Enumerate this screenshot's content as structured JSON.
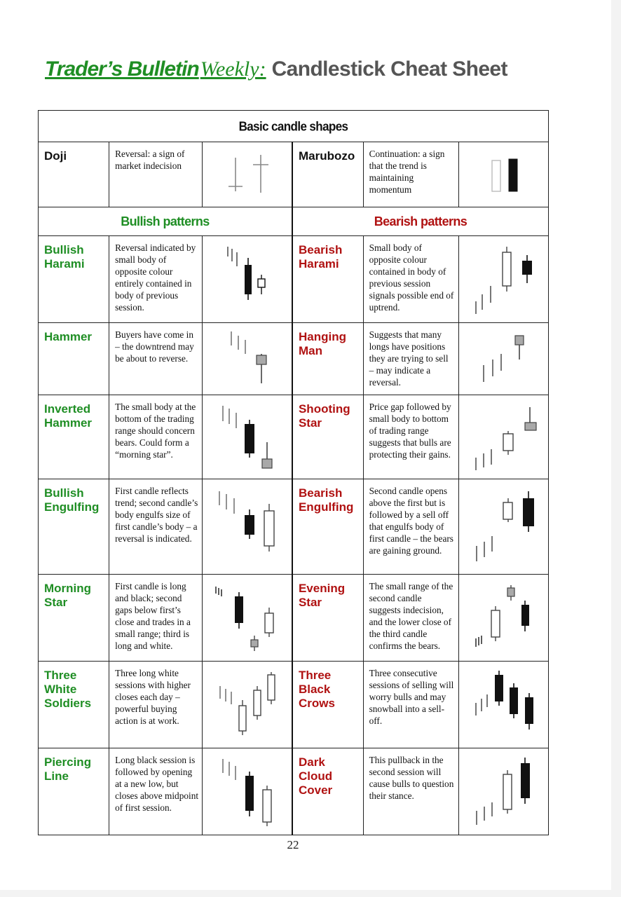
{
  "title": {
    "brand": "Trader’s Bulletin",
    "weekly": "Weekly:",
    "subject": "Candlestick Cheat Sheet"
  },
  "basic": {
    "header": "Basic candle shapes",
    "left": {
      "name": "Doji",
      "desc": "Reversal: a sign of market indecision"
    },
    "right": {
      "name": "Marubozo",
      "desc": "Continuation: a sign that the trend is maintaining momentum"
    }
  },
  "sections": {
    "bullish": "Bullish patterns",
    "bearish": "Bearish patterns"
  },
  "rows": [
    {
      "bull": {
        "name": "Bullish Harami",
        "desc": "Reversal indicated by small body of opposite colour entirely contained in body of previous session."
      },
      "bear": {
        "name": "Bearish Harami",
        "desc": "Small body of opposite colour contained in body of previous session signals possible end of uptrend."
      }
    },
    {
      "bull": {
        "name": "Hammer",
        "desc": "Buyers have come in – the downtrend may be about to reverse."
      },
      "bear": {
        "name": "Hanging Man",
        "desc": "Suggests that many longs have positions they are trying to sell – may indicate a reversal."
      }
    },
    {
      "bull": {
        "name": "Inverted Hammer",
        "desc": "The small body at the bottom of the trading range should concern bears. Could form a “morning star”."
      },
      "bear": {
        "name": "Shooting Star",
        "desc": "Price gap followed by small body to bottom of trading range suggests that bulls are protecting their gains."
      }
    },
    {
      "bull": {
        "name": "Bullish Engulfing",
        "desc": "First candle reflects trend; second candle’s body engulfs size of first candle’s body – a reversal is indicated."
      },
      "bear": {
        "name": "Bearish Engulfing",
        "desc": "Second candle opens above the first but is followed by a sell off that engulfs body of first candle – the bears are gaining ground."
      }
    },
    {
      "bull": {
        "name": "Morning Star",
        "desc": "First candle is long and black; second gaps below first’s close and trades in a small range; third is long and white."
      },
      "bear": {
        "name": "Evening Star",
        "desc": "The small range of the second candle suggests indecision, and the lower close of the third candle confirms the bears."
      }
    },
    {
      "bull": {
        "name": "Three White Soldiers",
        "desc": "Three long white sessions with higher closes each day –powerful buying action is at work."
      },
      "bear": {
        "name": "Three Black Crows",
        "desc": "Three consecutive sessions of selling will worry bulls and may snowball into a sell-off."
      }
    },
    {
      "bull": {
        "name": "Piercing Line",
        "desc": "Long black session is followed by opening at a new low, but closes above midpoint of first session."
      },
      "bear": {
        "name": "Dark Cloud Cover",
        "desc": "This pullback in the second session will cause bulls to question their stance."
      }
    }
  ],
  "page_number": "22",
  "colors": {
    "bull_green": "#1f8e24",
    "bear_red": "#b01212",
    "title_gray": "#555555",
    "gray_candle": "#a9a9a9"
  }
}
